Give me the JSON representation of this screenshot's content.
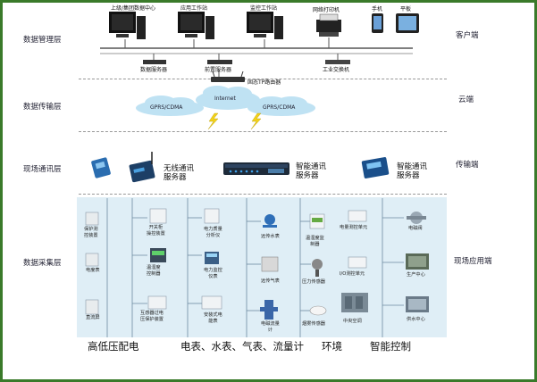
{
  "layers": {
    "management": "数据管理层",
    "transmission": "数据传输层",
    "communication": "现场通讯层",
    "collection": "数据采集层"
  },
  "ends": {
    "client": "客户端",
    "cloud": "云端",
    "transport": "传输端",
    "field": "现场应用端"
  },
  "top_devices": {
    "dc": "上级/集团数据中心",
    "app": "应用工作站",
    "monitor": "监控工作站",
    "printer": "网络打印机",
    "phone": "手机",
    "tablet": "平板",
    "db_server": "数据服务器",
    "frontend_server": "前置服务器",
    "switch": "工业交换机"
  },
  "network": {
    "router": "固态TP路由器",
    "internet": "Internet",
    "gprs_left": "GPRS/CDMA",
    "gprs_right": "GPRS/CDMA"
  },
  "comm": {
    "wireless": "无线通讯\n服务器",
    "smart1": "智能通讯\n服务器",
    "smart2": "智能通讯\n服务器"
  },
  "collection": {
    "col1": [
      "保护测\n控装置",
      "电度表",
      "直流屏"
    ],
    "col2": [
      "开关柜\n操控装置",
      "温湿度\n控制器",
      "互感器过电\n压保护装置"
    ],
    "col3": [
      "电力质量\n分析仪",
      "电力监控\n仪表",
      "安装式电\n能表"
    ],
    "col4": [
      "远传水表",
      "远传气表",
      "电磁流量\n计"
    ],
    "col5": [
      "温湿度监\n制器",
      "压力传感器",
      "烟雾传感器"
    ],
    "col6": [
      "电量测控单元",
      "I/O测控单元",
      "中央空调"
    ],
    "col7": [
      "电磁阀",
      "生产中心",
      "供水中心"
    ]
  },
  "bottom": {
    "c1": "高低压配电",
    "c2": "电表、水表、气表、流量计",
    "c3": "环境",
    "c4": "智能控制"
  },
  "colors": {
    "frame": "#3a7a2a",
    "collection_bg": "#dfeef6",
    "cloud": "#bfe2f3"
  }
}
